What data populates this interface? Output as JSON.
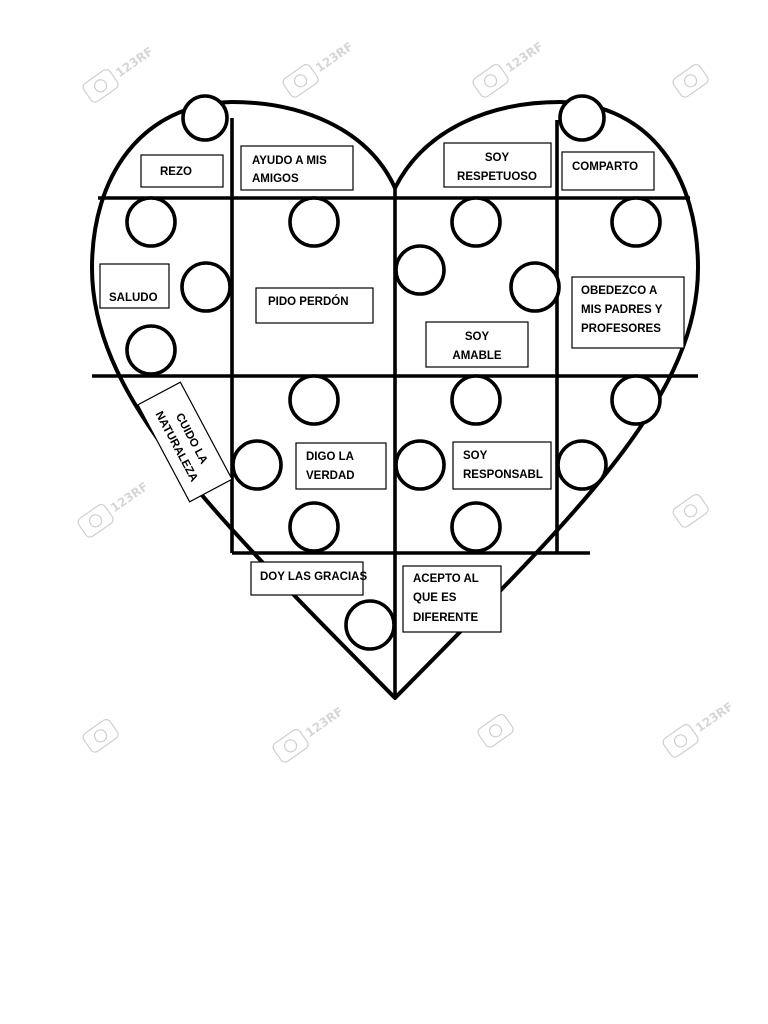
{
  "colors": {
    "line": "#000000",
    "background": "#ffffff",
    "watermark": "#d6d6d6"
  },
  "watermark": {
    "icon": "stock-camera-watermark-icon",
    "text": "123RF"
  },
  "pieces": {
    "rezo": [
      "REZO"
    ],
    "ayudo": [
      "AYUDO A MIS",
      "AMIGOS"
    ],
    "soy_respetuoso": [
      "SOY",
      "RESPETUOSO"
    ],
    "comparto": [
      "COMPARTO"
    ],
    "saludo": [
      "SALUDO"
    ],
    "pido_perdon": [
      "PIDO PERDÓN"
    ],
    "obedezco": [
      "OBEDEZCO A",
      "MIS PADRES Y",
      "PROFESORES"
    ],
    "soy_amable": [
      "SOY",
      "AMABLE"
    ],
    "cuido": [
      "CUIDO LA",
      "NATURALEZA"
    ],
    "digo": [
      "DIGO LA",
      "VERDAD"
    ],
    "soy_responsable": [
      "SOY",
      "RESPONSABL"
    ],
    "doy_gracias": [
      "DOY LAS GRACIAS"
    ],
    "acepto": [
      "ACEPTO AL",
      "QUE ES",
      "DIFERENTE"
    ]
  }
}
